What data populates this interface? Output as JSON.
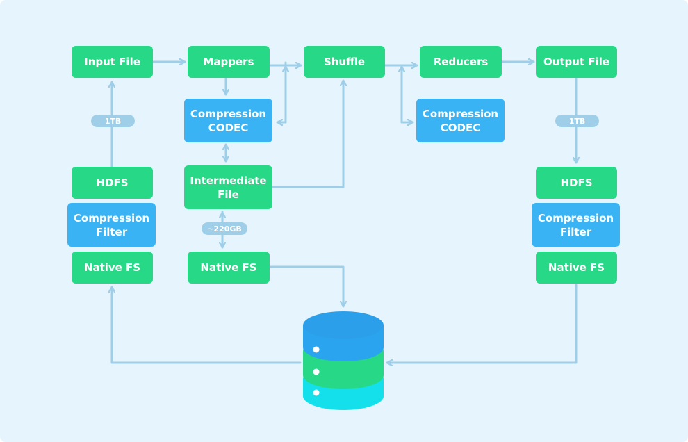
{
  "nodes": {
    "input_file": "Input File",
    "mappers": "Mappers",
    "shuffle": "Shuffle",
    "reducers": "Reducers",
    "output_file": "Output File",
    "map_codec": "Compression\nCODEC",
    "reduce_codec": "Compression\nCODEC",
    "intermediate_file": "Intermediate\nFile",
    "left_hdfs": "HDFS",
    "left_filter": "Compression\nFilter",
    "left_native_fs": "Native FS",
    "mid_native_fs": "Native FS",
    "right_hdfs": "HDFS",
    "right_filter": "Compression\nFilter",
    "right_native_fs": "Native FS"
  },
  "labels": {
    "left_size": "1TB",
    "right_size": "1TB",
    "intermediate_size": "~220GB"
  },
  "colors": {
    "background": "#e6f5fd",
    "green_node": "#27d887",
    "blue_node": "#3ab3f5",
    "connector": "#9fcfe8",
    "db_top": "#2aa4ef",
    "db_middle": "#27d887",
    "db_bottom": "#13e0ea"
  }
}
